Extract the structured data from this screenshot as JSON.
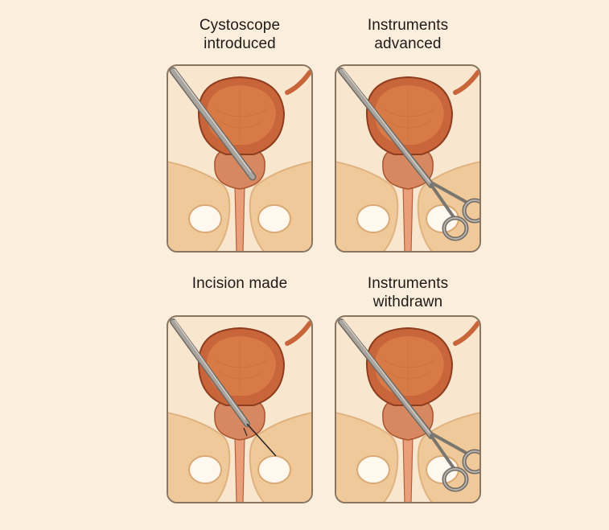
{
  "panels": [
    {
      "id": "p1",
      "caption": [
        "Cystoscope",
        "introduced"
      ],
      "instrument": "cystoscope"
    },
    {
      "id": "p2",
      "caption": [
        "Instruments",
        "advanced"
      ],
      "instrument": "scissors"
    },
    {
      "id": "p3",
      "caption": [
        "Incision made"
      ],
      "instrument": "knife"
    },
    {
      "id": "p4",
      "caption": [
        "Instruments",
        "withdrawn"
      ],
      "instrument": "scissors"
    }
  ],
  "colors": {
    "background": "#fbeedd",
    "frame_border": "#8a7560",
    "bladder": "#c9653a",
    "bladder_inner": "#d77a46",
    "prostate": "#d88860",
    "pelvis": "#f0c99a",
    "instrument": "#9e9a94"
  }
}
